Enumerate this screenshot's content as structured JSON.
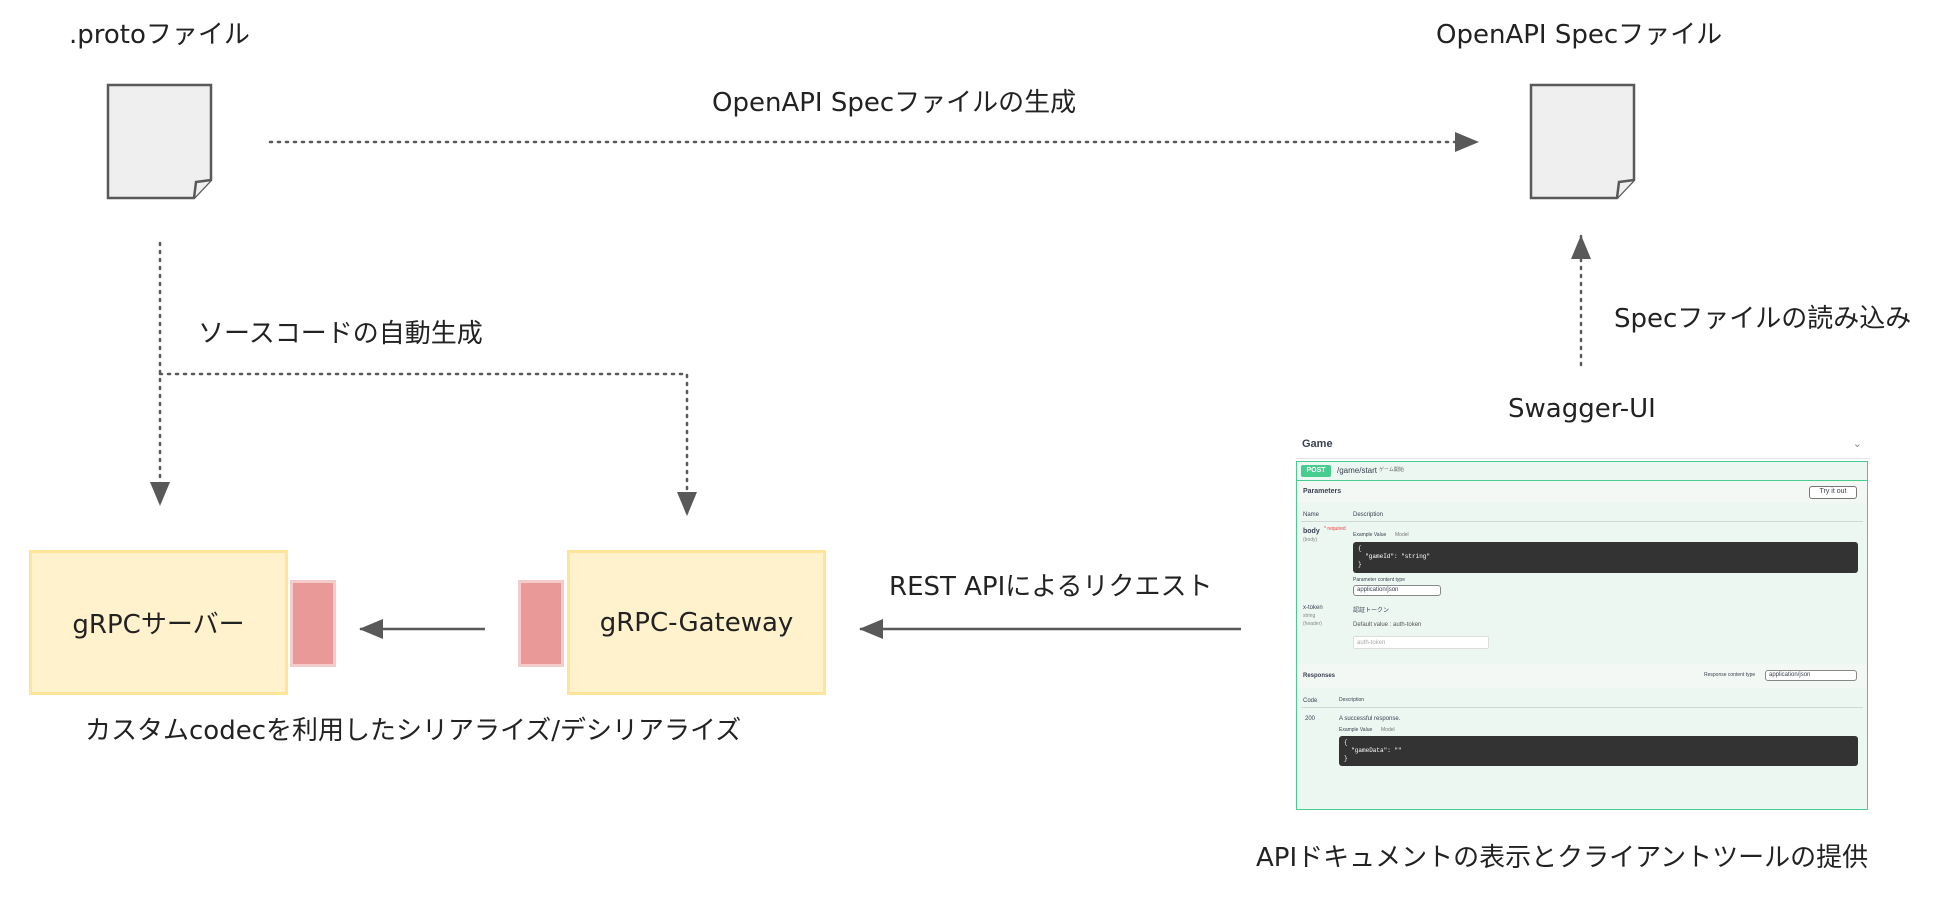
{
  "labels": {
    "proto_file": ".protoファイル",
    "openapi_file": "OpenAPI Specファイル",
    "generate_openapi": "OpenAPI Specファイルの生成",
    "codegen": "ソースコードの自動生成",
    "spec_load": "Specファイルの読み込み",
    "swagger_ui": "Swagger-UI",
    "rest_request": "REST APIによるリクエスト",
    "codec_note": "カスタムcodecを利用したシリアライズ/デシリアライズ",
    "api_doc_note": "APIドキュメントの表示とクライアントツールの提供"
  },
  "boxes": {
    "grpc_server": "gRPCサーバー",
    "grpc_gateway": "gRPC-Gateway"
  },
  "colors": {
    "box_fill": "#fff2cc",
    "box_border": "#ffe599",
    "codec_fill": "#ea9999",
    "file_fill": "#efefef",
    "arrow": "#595959",
    "swagger_green": "#49cc90"
  },
  "icons": {
    "file": "document-icon"
  },
  "swagger": {
    "section_title": "Game",
    "method": "POST",
    "path": "/game/start",
    "path_desc": "ゲーム開始",
    "parameters_title": "Parameters",
    "try_button": "Try it out",
    "col_name": "Name",
    "col_description": "Description",
    "param_body": "body",
    "param_body_required": "* required",
    "param_body_in": "(body)",
    "example_value_label": "Example Value",
    "model_label": "Model",
    "body_example": "{\n  \"gameId\": \"string\"\n}",
    "param_content_type_label": "Parameter content type",
    "param_content_type_value": "application/json",
    "param_xtoken": "x-token",
    "param_xtoken_type": "string",
    "param_xtoken_in": "(header)",
    "xtoken_desc": "認証トークン",
    "xtoken_default": "Default value : auth-token",
    "xtoken_placeholder": "auth-token",
    "responses_title": "Responses",
    "response_content_type_label": "Response content type",
    "response_content_type_value": "application/json",
    "col_code": "Code",
    "code_200": "200",
    "response_desc": "A successful response.",
    "response_example": "{\n  \"gameData\": \"\"\n}"
  }
}
